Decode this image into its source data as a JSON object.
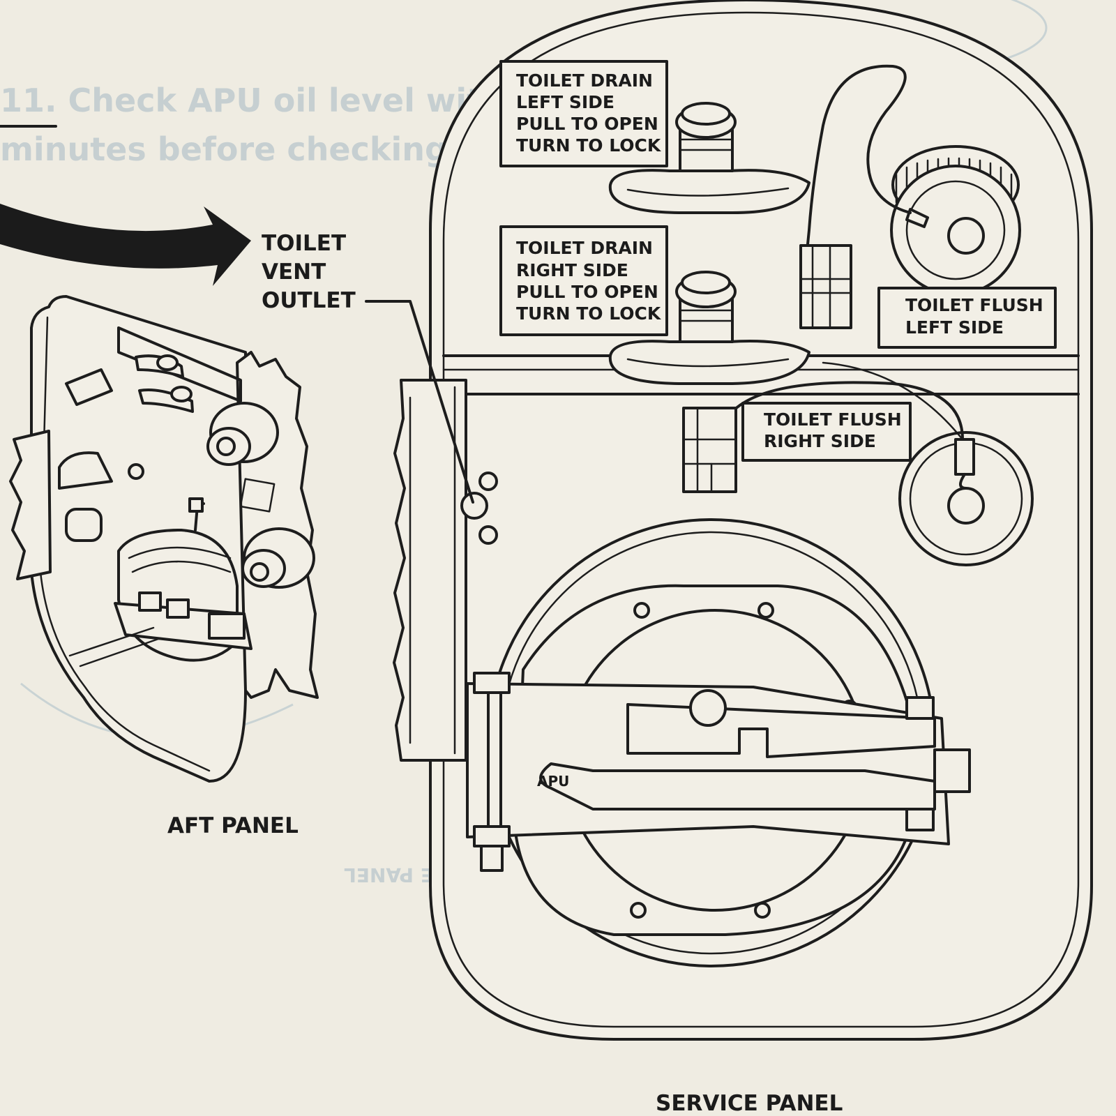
{
  "labels": {
    "drain_left": [
      "TOILET DRAIN",
      "LEFT SIDE",
      "PULL TO OPEN",
      "TURN TO LOCK"
    ],
    "drain_right": [
      "TOILET DRAIN",
      "RIGHT SIDE",
      "PULL TO OPEN",
      "TURN TO LOCK"
    ],
    "flush_left": [
      "TOILET FLUSH",
      "LEFT SIDE"
    ],
    "flush_right": [
      "TOILET FLUSH",
      "RIGHT SIDE"
    ],
    "vent_outlet": [
      "TOILET",
      "VENT",
      "OUTLET"
    ],
    "aft_panel": "AFT PANEL",
    "service_panel": "SERVICE PANEL",
    "door_marking": "APU"
  },
  "colors": {
    "ink": "#1d1d1d",
    "paper": "#efece2",
    "show_through": "#c9d3d4"
  }
}
